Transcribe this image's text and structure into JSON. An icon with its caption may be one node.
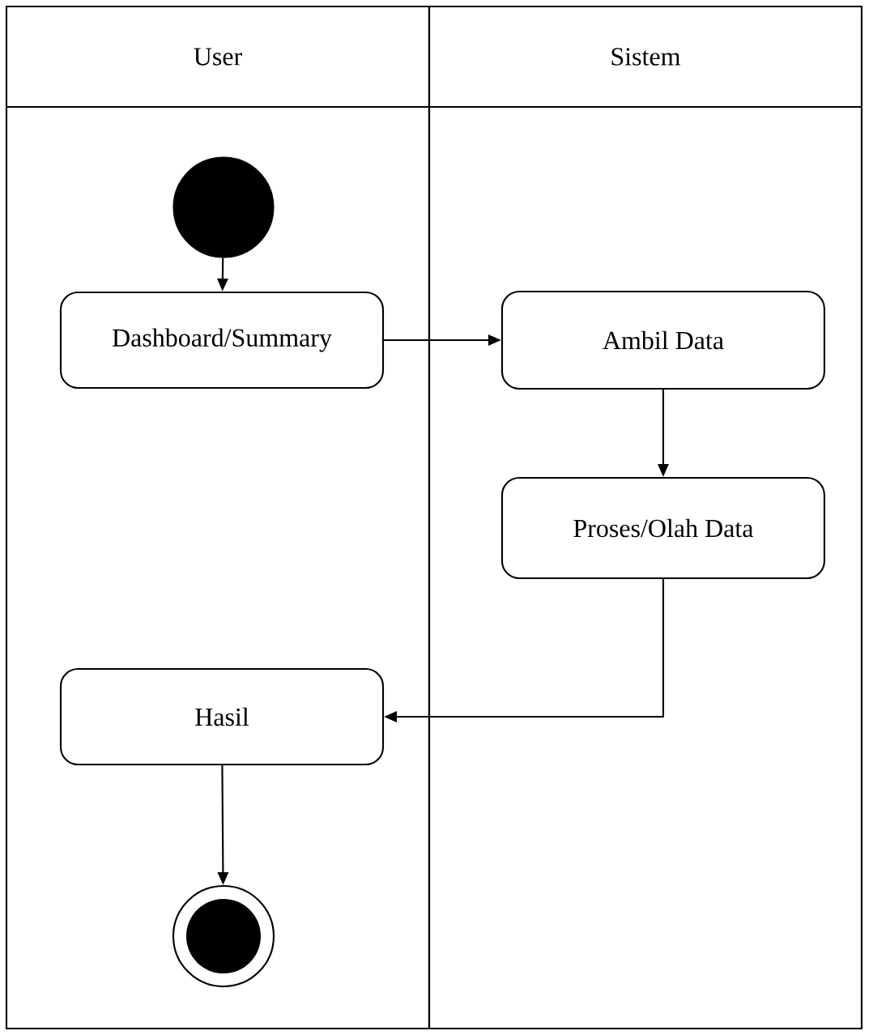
{
  "diagram": {
    "nodes": [
      {
        "text": [
          "User"
        ]
      },
      {
        "text": [
          "Sistem"
        ]
      },
      {
        "text": [],
        "shape": "circle",
        "in": 0
      },
      {
        "text": [
          "Dashboard/Summary"
        ],
        "in": 0
      },
      {
        "text": [
          "Ambil Data"
        ],
        "in": 1
      },
      {
        "text": [
          "Proses/Olah Data"
        ],
        "in": 1
      },
      {
        "text": [
          "Hasil"
        ],
        "in": 0
      },
      {
        "text": [],
        "shape": "circle",
        "in": 0
      }
    ],
    "edges": [
      {
        "from": 2,
        "to": 3,
        "arrow": "to"
      },
      {
        "from": 3,
        "to": 4,
        "arrow": "to"
      },
      {
        "from": 4,
        "to": 5,
        "arrow": "to"
      },
      {
        "from": 5,
        "to": 6,
        "arrow": "to"
      },
      {
        "from": 6,
        "to": 7,
        "arrow": "to"
      }
    ]
  }
}
